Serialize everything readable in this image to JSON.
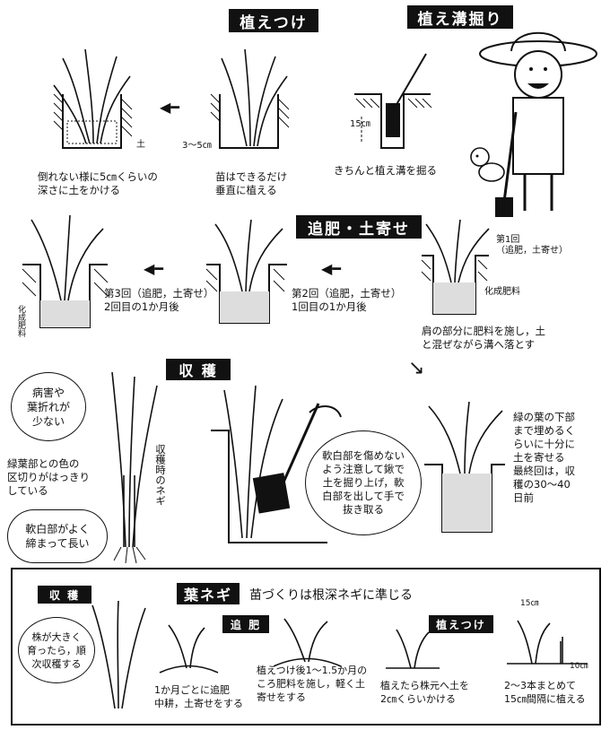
{
  "titles": {
    "planting": "植えつけ",
    "trench": "植え溝掘り",
    "fert": "追肥・土寄せ",
    "harvest": "収 穫"
  },
  "planting": {
    "step_right_caption": "苗はできるだけ\n垂直に植える",
    "step_right_dim": "3〜5㎝",
    "step_left_caption": "倒れない様に5㎝くらいの\n深さに土をかける",
    "soil_label": "土"
  },
  "trench": {
    "depth_label": "15㎝",
    "caption": "きちんと植え溝を掘る"
  },
  "fertilize": {
    "first_label": "第1回\n（追肥，土寄せ）",
    "fert_label": "化成肥料",
    "first_caption": "肩の部分に肥料を施し，土\nと混ぜながら溝へ落とす",
    "second_label": "第2回（追肥，土寄せ）\n1回目の1か月後",
    "third_label": "第3回（追肥，土寄せ）\n2回目の1か月後",
    "fert_vertical": "化成肥料"
  },
  "final_hill": {
    "caption": "緑の葉の下部\nまで埋めるく\nらいに十分に\n土を寄せる\n最終回は，収\n穫の30〜40\n日前"
  },
  "harvest": {
    "bubble_pest": "病害や\n葉折れが\n少ない",
    "bubble_clear": "緑葉部との色の\n区切りがはっきり\nしている",
    "bubble_tight": "軟白部がよく\n締まって長い",
    "plant_label": "収穫時のネギ",
    "dig_bubble": "軟白部を傷めない\nよう注意して鍬で\n土を掘り上げ，軟\n白部を出して手で\n抜き取る"
  },
  "leaf_negi": {
    "title": "葉ネギ",
    "subtitle": "苗づくりは根深ネギに準じる",
    "harvest_tag": "収 穫",
    "harvest_bubble": "株が大きく\n育ったら，順\n次収穫する",
    "topdress_tag": "追 肥",
    "topdress_caption1": "1か月ごとに追肥\n中耕，土寄せをする",
    "topdress_caption2": "植えつけ後1〜1.5か月の\nころ肥料を施し，軽く土\n寄せをする",
    "plant_tag": "植えつけ",
    "plant_caption1": "植えたら株元へ土を\n2㎝くらいかける",
    "plant_caption2": "2〜3本まとめて\n15㎝間隔に植える",
    "spacing_label": "15㎝",
    "depth_label": "10㎝"
  }
}
